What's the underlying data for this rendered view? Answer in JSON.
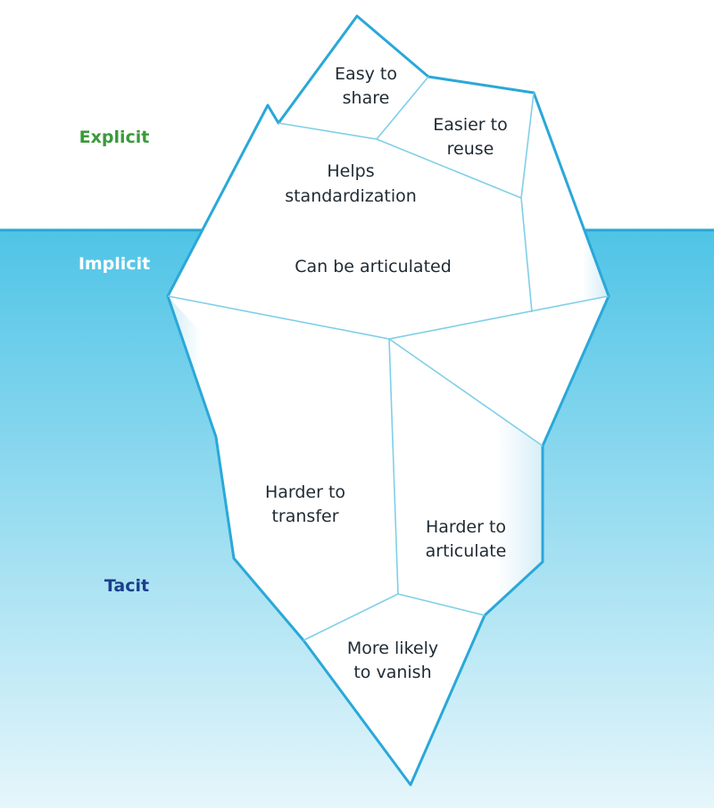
{
  "levels": {
    "explicit": {
      "label": "Explicit",
      "color": "#3a9a3a"
    },
    "implicit": {
      "label": "Implicit",
      "color": "#ffffff"
    },
    "tacit": {
      "label": "Tacit",
      "color": "#1b3f8c"
    }
  },
  "regions": {
    "easy_share": {
      "line1": "Easy to",
      "line2": "share"
    },
    "easier_reuse": {
      "line1": "Easier to",
      "line2": "reuse"
    },
    "helps_standard": {
      "line1": "Helps",
      "line2": "standardization"
    },
    "articulated": {
      "line1": "Can be articulated"
    },
    "harder_transfer": {
      "line1": "Harder to",
      "line2": "transfer"
    },
    "harder_articulate": {
      "line1": "Harder to",
      "line2": "articulate"
    },
    "vanish": {
      "line1": "More likely",
      "line2": "to vanish"
    }
  },
  "colors": {
    "water_top": "#4fc4e6",
    "water_bottom": "#e6f6fb",
    "outline": "#2aa8d8",
    "ice": "#ffffff",
    "ice_shadow": "#cdeaf5"
  }
}
